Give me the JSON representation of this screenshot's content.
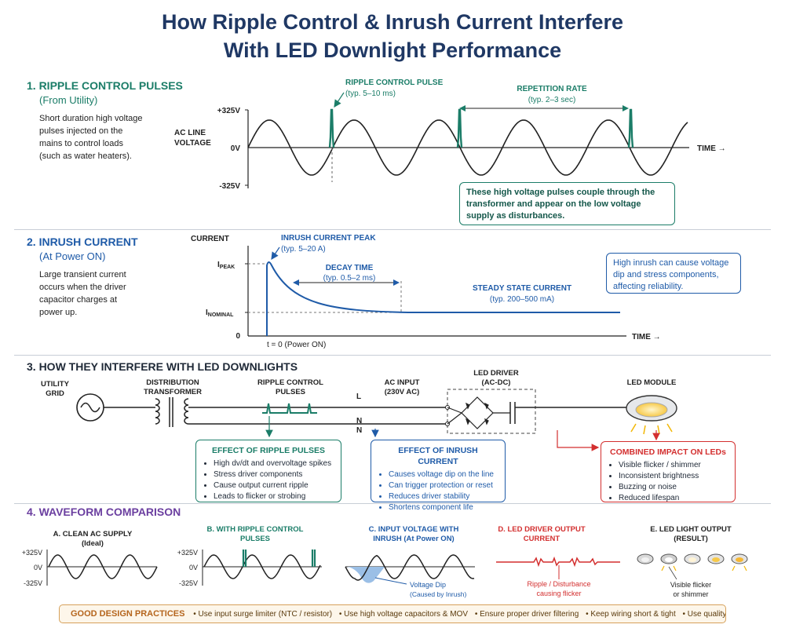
{
  "title_line1": "How Ripple Control & Inrush Current Interfere",
  "title_line2": "With LED Downlight Performance",
  "colors": {
    "navy": "#1f3864",
    "green": "#1b7d68",
    "blue": "#1f5ba8",
    "red": "#d32f2f",
    "purple": "#6b3fa0",
    "orange": "#d6a15a"
  },
  "s1": {
    "heading": "1. RIPPLE CONTROL PULSES",
    "sub": "(From Utility)",
    "desc": [
      "Short duration high voltage",
      "pulses injected on the",
      "mains to control loads",
      "(such as water heaters)."
    ],
    "y_label_line1": "AC LINE",
    "y_label_line2": "VOLTAGE",
    "tick_top": "+325V",
    "tick_mid": "0V",
    "tick_bot": "-325V",
    "pulse_label": "RIPPLE CONTROL PULSE",
    "pulse_typ": "(typ. 5–10 ms)",
    "rep_label": "REPETITION RATE",
    "rep_typ": "(typ. 2–3 sec)",
    "time_label": "TIME →",
    "note": "These high voltage pulses couple through the transformer and appear on the low voltage supply as disturbances."
  },
  "s2": {
    "heading": "2. INRUSH CURRENT",
    "sub": "(At Power ON)",
    "desc": [
      "Large transient current",
      "occurs when the driver",
      "capacitor charges at",
      "power up."
    ],
    "y_label": "CURRENT",
    "ipeak_i": "I",
    "ipeak_sub": "PEAK",
    "inom_i": "I",
    "inom_sub": "NOMINAL",
    "zero": "0",
    "peak_label": "INRUSH CURRENT PEAK",
    "peak_typ": "(typ. 5–20 A)",
    "decay_label": "DECAY TIME",
    "decay_typ": "(typ. 0.5–2 ms)",
    "steady_label": "STEADY STATE CURRENT",
    "steady_typ": "(typ. 200–500 mA)",
    "t0": "t = 0 (Power ON)",
    "time_label": "TIME →",
    "note": "High inrush can cause voltage dip and stress components, affecting reliability."
  },
  "s3": {
    "heading": "3. HOW THEY INTERFERE WITH LED DOWNLIGHTS",
    "grid_line1": "UTILITY",
    "grid_line2": "GRID",
    "trans_line1": "DISTRIBUTION",
    "trans_line2": "TRANSFORMER",
    "ripple_line1": "RIPPLE CONTROL",
    "ripple_line2": "PULSES",
    "ac_line1": "AC INPUT",
    "ac_line2": "(230V AC)",
    "L": "L",
    "N": "N",
    "driver_line1": "LED DRIVER",
    "driver_line2": "(AC-DC)",
    "module": "LED MODULE",
    "ripple_box": {
      "title": "EFFECT OF RIPPLE PULSES",
      "items": [
        "High dv/dt and overvoltage spikes",
        "Stress driver components",
        "Cause output current ripple",
        "Leads to flicker or strobing"
      ]
    },
    "inrush_box": {
      "title": "EFFECT OF INRUSH CURRENT",
      "items": [
        "Causes voltage dip on the line",
        "Can trigger protection or reset",
        "Reduces driver stability",
        "Shortens component life"
      ]
    },
    "combined_box": {
      "title": "COMBINED IMPACT ON LEDs",
      "items": [
        "Visible flicker / shimmer",
        "Inconsistent brightness",
        "Buzzing or noise",
        "Reduced lifespan"
      ]
    }
  },
  "s4": {
    "heading": "4. WAVEFORM COMPARISON",
    "a_line1": "A. CLEAN AC SUPPLY",
    "a_line2": "(Ideal)",
    "b_line1": "B. WITH RIPPLE CONTROL",
    "b_line2": "PULSES",
    "c_line1": "C. INPUT VOLTAGE WITH",
    "c_line2": "INRUSH (At Power ON)",
    "d_line1": "D. LED DRIVER OUTPUT",
    "d_line2": "CURRENT",
    "e_line1": "E. LED LIGHT OUTPUT",
    "e_line2": "(RESULT)",
    "tick_top": "+325V",
    "tick_mid": "0V",
    "tick_bot": "-325V",
    "dip_line1": "Voltage Dip",
    "dip_line2": "(Caused by Inrush)",
    "ripple_line1": "Ripple / Disturbance",
    "ripple_line2": "causing flicker",
    "flicker_line1": "Visible flicker",
    "flicker_line2": "or shimmer"
  },
  "practices": {
    "title": "GOOD DESIGN PRACTICES",
    "items": [
      "• Use input surge limiter (NTC / resistor)",
      "• Use high voltage capacitors & MOV",
      "• Ensure proper driver filtering",
      "• Keep wiring short & tight",
      "• Use quality drivers"
    ]
  }
}
